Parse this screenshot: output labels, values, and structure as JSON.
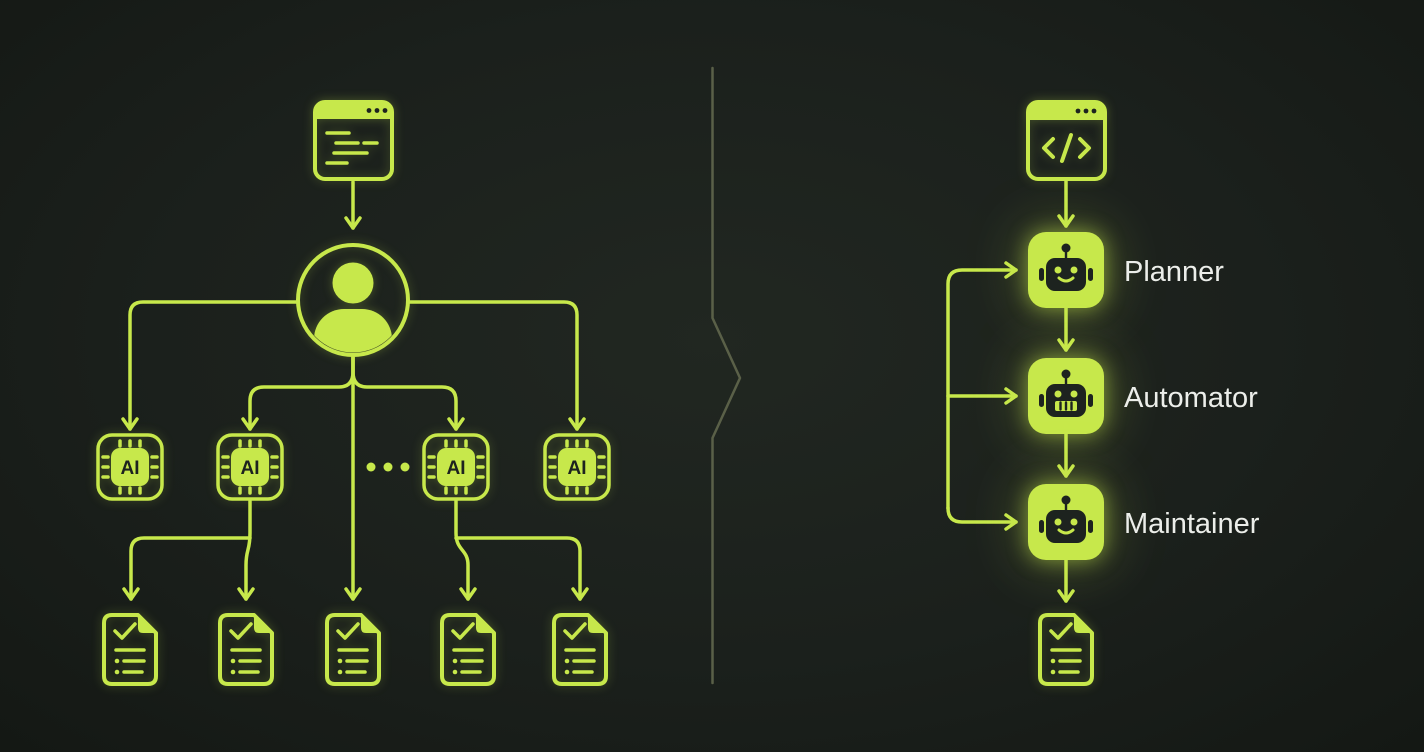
{
  "diagram": {
    "left_panel": {
      "name": "manual-orchestration-flow",
      "task_window": {
        "icon": "task-window-icon"
      },
      "orchestrator": {
        "icon": "user-icon"
      },
      "chips": [
        {
          "label": "AI",
          "icon": "ai-chip-icon"
        },
        {
          "label": "AI",
          "icon": "ai-chip-icon"
        },
        {
          "label": "AI",
          "icon": "ai-chip-icon"
        },
        {
          "label": "AI",
          "icon": "ai-chip-icon"
        }
      ],
      "more_indicator": "...",
      "documents": [
        "doc-check-icon",
        "doc-check-icon",
        "doc-check-icon",
        "doc-check-icon",
        "doc-check-icon"
      ]
    },
    "divider": {
      "icon": "chevron-divider"
    },
    "right_panel": {
      "name": "agent-pipeline-flow",
      "code_window": {
        "icon": "code-window-icon",
        "glyph": "</>"
      },
      "agents": [
        {
          "label": "Planner",
          "icon": "robot-smile-icon"
        },
        {
          "label": "Automator",
          "icon": "robot-grill-icon"
        },
        {
          "label": "Maintainer",
          "icon": "robot-smile-icon"
        }
      ],
      "document": "doc-check-icon"
    }
  },
  "colors": {
    "accent": "#c7e84b",
    "background": "#1b201c",
    "icon_dark": "#1d231f",
    "divider_line": "#5a6048",
    "label_text": "#eceeea"
  }
}
